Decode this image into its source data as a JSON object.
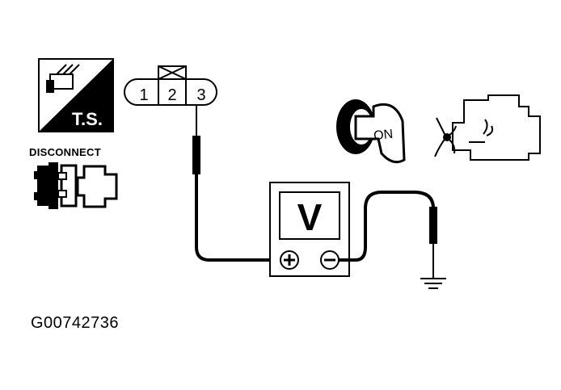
{
  "ts_badge": {
    "label": "T.S.",
    "icon": "test-switch-icon"
  },
  "disconnect": {
    "label": "DISCONNECT",
    "icon": "disconnected-connector-icon"
  },
  "connector": {
    "pins": [
      "1",
      "2",
      "3"
    ],
    "blocked_pin": "2",
    "probe_pin": "3"
  },
  "ignition": {
    "label": "ON",
    "icon": "ignition-key-on-icon"
  },
  "engine": {
    "icon": "engine-running-icon"
  },
  "voltmeter": {
    "label": "V",
    "positive": "+",
    "negative": "−"
  },
  "ground": {
    "icon": "ground-symbol-icon"
  },
  "figure_id": "G00742736"
}
